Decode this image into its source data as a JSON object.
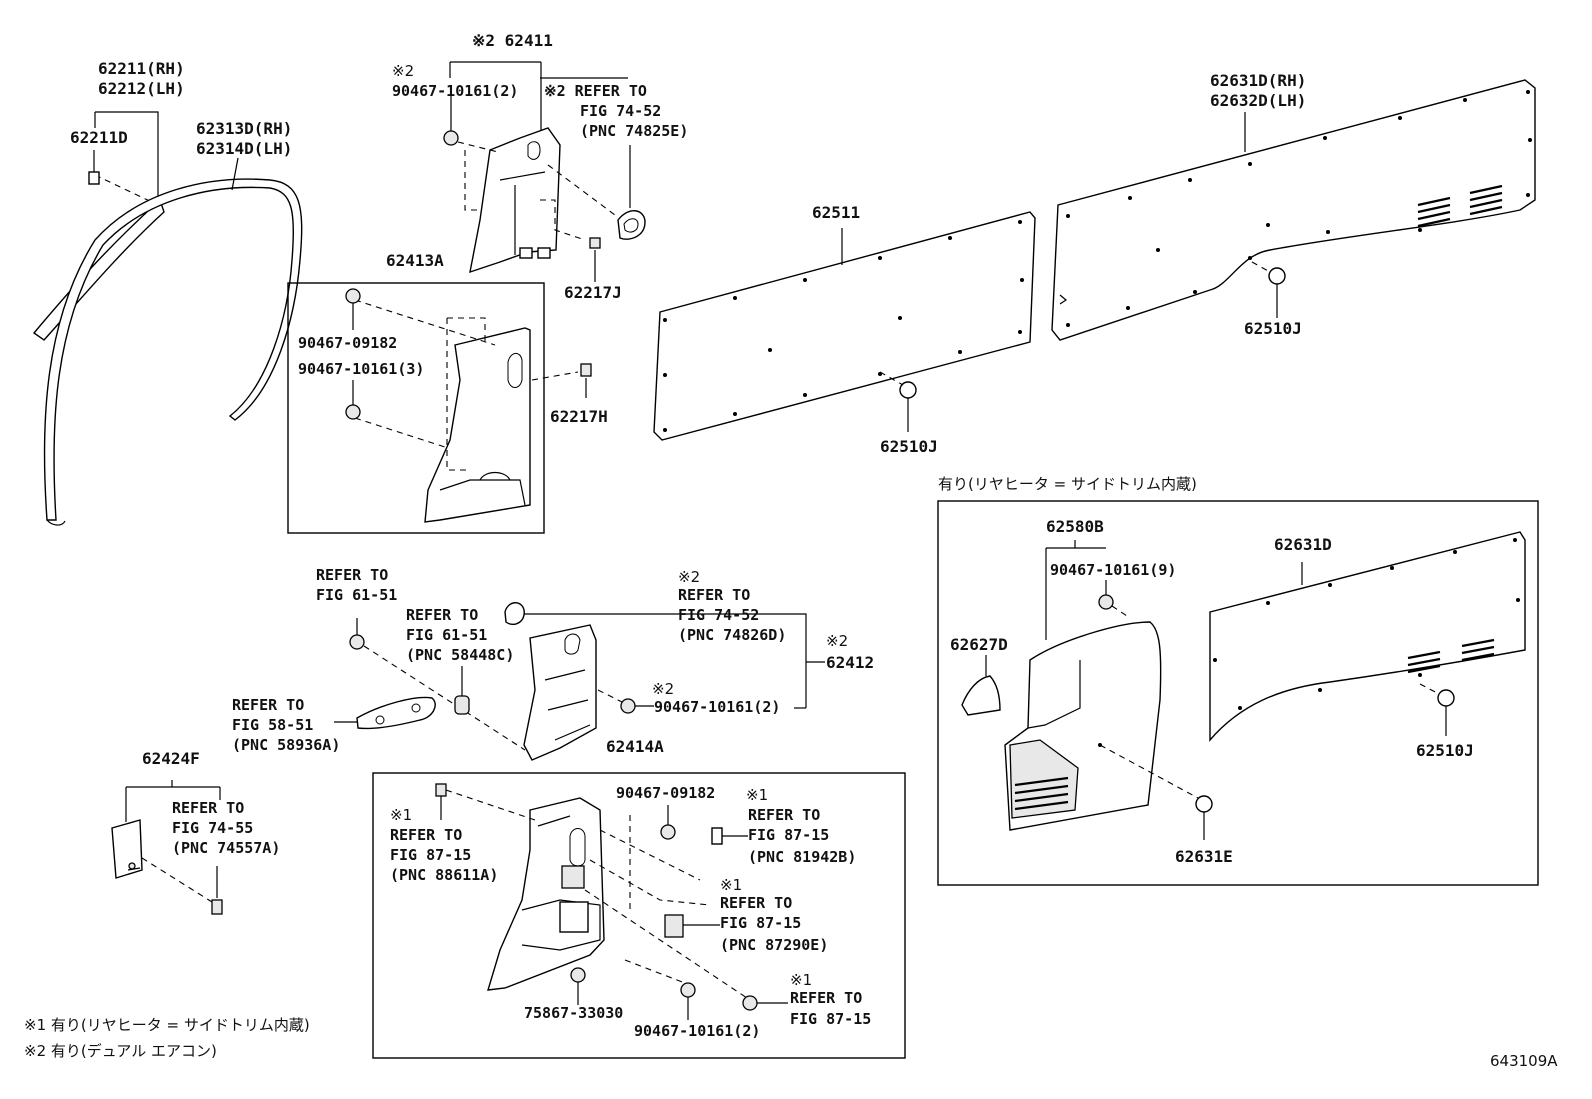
{
  "labels": {
    "l_62211": "62211(RH)",
    "l_62212": "62212(LH)",
    "l_62211D": "62211D",
    "l_62313D": "62313D(RH)",
    "l_62314D": "62314D(LH)",
    "l_62411": "※2 62411",
    "l_90467_10161_2_top_mark": "※2",
    "l_90467_10161_2_top": "90467-10161(2)",
    "l_ref_74_52_top_1": "※2 REFER TO",
    "l_ref_74_52_top_2": "FIG 74-52",
    "l_ref_74_52_top_3": "(PNC 74825E)",
    "l_62217J": "62217J",
    "l_62413A": "62413A",
    "l_90467_09182_a": "90467-09182",
    "l_90467_10161_3": "90467-10161(3)",
    "l_62217H": "62217H",
    "l_62511": "62511",
    "l_62510J_a": "62510J",
    "l_62631D_RH": "62631D(RH)",
    "l_62632D_LH": "62632D(LH)",
    "l_62510J_b": "62510J",
    "l_box_note": "有り(リヤヒータ = サイドトリム内蔵)",
    "l_62580B": "62580B",
    "l_90467_10161_9": "90467-10161(9)",
    "l_62631D": "62631D",
    "l_62627D": "62627D",
    "l_62510J_c": "62510J",
    "l_62631E": "62631E",
    "l_ref_61_51_a1": "REFER TO",
    "l_ref_61_51_a2": "FIG 61-51",
    "l_ref_61_51_b1": "REFER TO",
    "l_ref_61_51_b2": "FIG 61-51",
    "l_ref_61_51_b3": "(PNC 58448C)",
    "l_ref_74_52_mid_0": "※2",
    "l_ref_74_52_mid_1": "REFER TO",
    "l_ref_74_52_mid_2": "FIG 74-52",
    "l_ref_74_52_mid_3": "(PNC 74826D)",
    "l_62412_mark": "※2",
    "l_62412": "62412",
    "l_90467_10161_2_mid_mark": "※2",
    "l_90467_10161_2_mid": "90467-10161(2)",
    "l_ref_58_51_1": "REFER TO",
    "l_ref_58_51_2": "FIG 58-51",
    "l_ref_58_51_3": "(PNC 58936A)",
    "l_62414A": "62414A",
    "l_62424F": "62424F",
    "l_ref_74_55_1": "REFER TO",
    "l_ref_74_55_2": "FIG 74-55",
    "l_ref_74_55_3": "(PNC 74557A)",
    "l_ref_88611_0": "※1",
    "l_ref_88611_1": "REFER TO",
    "l_ref_88611_2": "FIG 87-15",
    "l_ref_88611_3": "(PNC 88611A)",
    "l_90467_09182_b": "90467-09182",
    "l_ref_81942_0": "※1",
    "l_ref_81942_1": "REFER TO",
    "l_ref_81942_2": "FIG 87-15",
    "l_ref_81942_3": "(PNC 81942B)",
    "l_ref_87290_0": "※1",
    "l_ref_87290_1": "REFER TO",
    "l_ref_87290_2": "FIG 87-15",
    "l_ref_87290_3": "(PNC 87290E)",
    "l_ref_87_15_bot_0": "※1",
    "l_ref_87_15_bot_1": "REFER TO",
    "l_ref_87_15_bot_2": "FIG 87-15",
    "l_75867_33030": "75867-33030",
    "l_90467_10161_2_bot": "90467-10161(2)",
    "footnote_1": "※1 有り(リヤヒータ = サイドトリム内蔵)",
    "footnote_2": "※2 有り(デュアル エアコン)",
    "figure_code": "643109A"
  }
}
